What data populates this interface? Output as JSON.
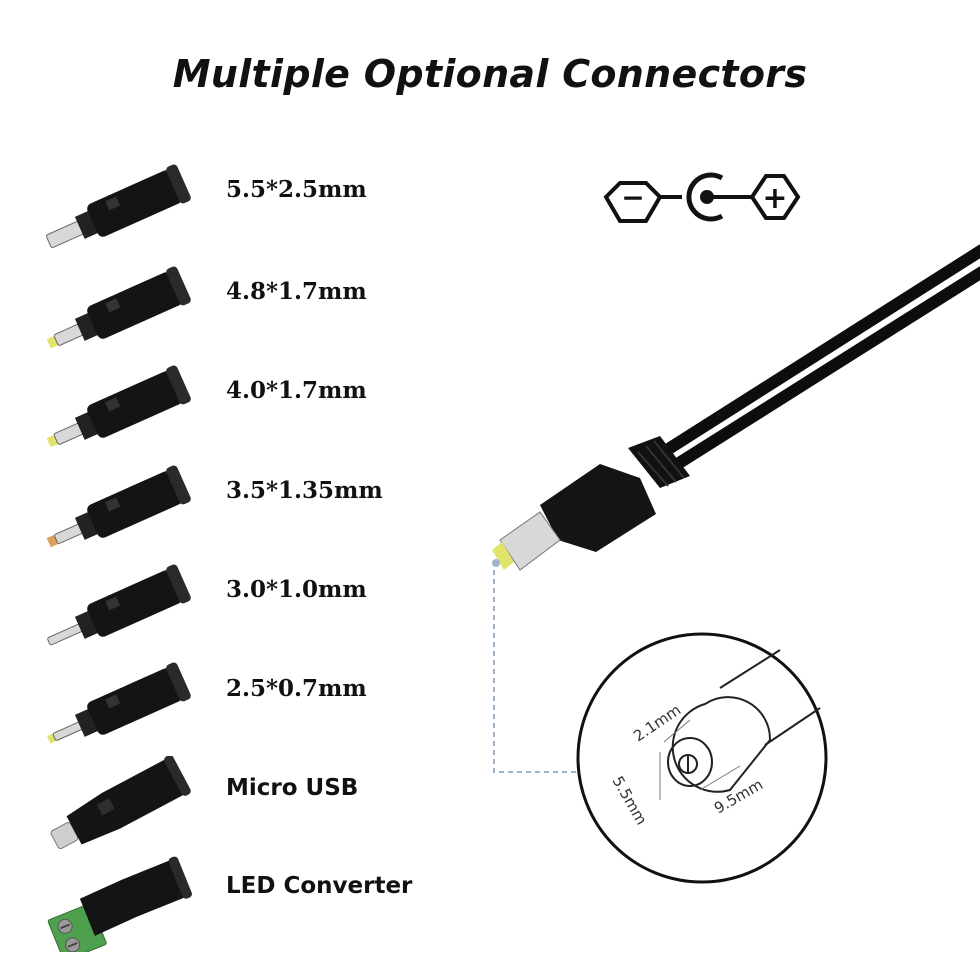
{
  "title": "Multiple Optional Connectors",
  "connectors": [
    {
      "label": "5.5*2.5mm",
      "icon": "barrel-plug-icon",
      "tip_color": "#d8d8d8"
    },
    {
      "label": "4.8*1.7mm",
      "icon": "barrel-plug-icon",
      "tip_color": "#e2e36a"
    },
    {
      "label": "4.0*1.7mm",
      "icon": "barrel-plug-icon",
      "tip_color": "#e2e36a"
    },
    {
      "label": "3.5*1.35mm",
      "icon": "barrel-plug-icon",
      "tip_color": "#d9a15a"
    },
    {
      "label": "3.0*1.0mm",
      "icon": "barrel-plug-icon",
      "tip_color": "#d8d8d8"
    },
    {
      "label": "2.5*0.7mm",
      "icon": "barrel-plug-icon",
      "tip_color": "#e2e36a"
    },
    {
      "label": "Micro USB",
      "icon": "micro-usb-plug-icon",
      "tip_color": "#c8c8c8"
    },
    {
      "label": "LED Converter",
      "icon": "led-terminal-adapter-icon",
      "tip_color": "#4ea04e"
    }
  ],
  "polarity": {
    "negative": "−",
    "positive": "+",
    "icon": "center-positive-polarity-icon"
  },
  "detail": {
    "inner_diameter": "2.1mm",
    "outer_diameter": "5.5mm",
    "length": "9.5mm"
  },
  "colors": {
    "cable": "#0d0d0d",
    "leader_line": "#9fb4cc",
    "terminal_green": "#4ea04e"
  }
}
